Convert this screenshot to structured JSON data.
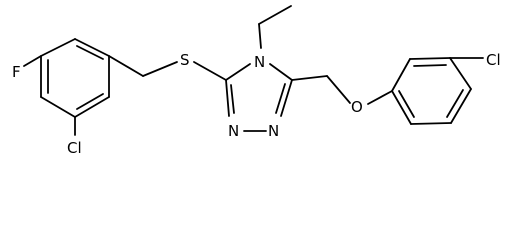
{
  "molecule": {
    "atoms": {
      "f": "F",
      "cl_benzyl": "Cl",
      "s": "S",
      "n4": "N",
      "n1": "N",
      "n2": "N",
      "o": "O",
      "cl_phenoxy": "Cl"
    }
  }
}
